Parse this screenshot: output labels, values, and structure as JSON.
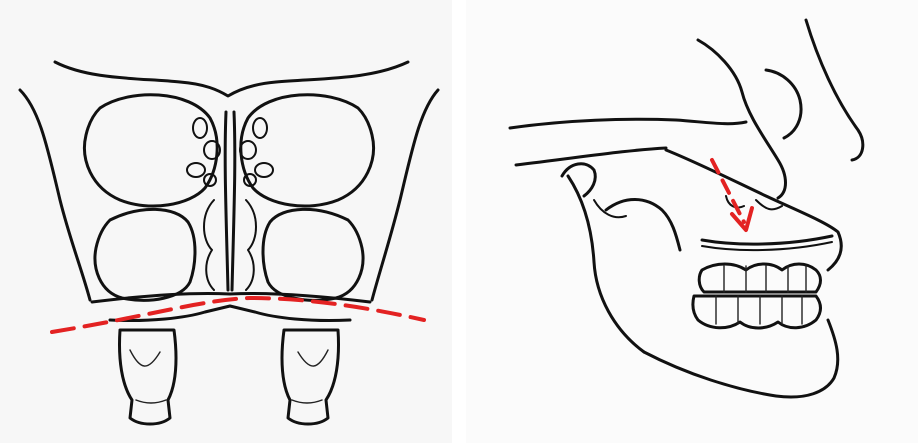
{
  "figure": {
    "panels": [
      {
        "view": "coronal-skull-section",
        "annotation": "occlusal-plane-dashed-line"
      },
      {
        "view": "lateral-skull",
        "annotation": "dashed-arrow-to-maxillary-cut"
      }
    ]
  },
  "colors": {
    "ink": "#111111",
    "annotation": "#e32222",
    "paper": "#f7f7f7"
  }
}
